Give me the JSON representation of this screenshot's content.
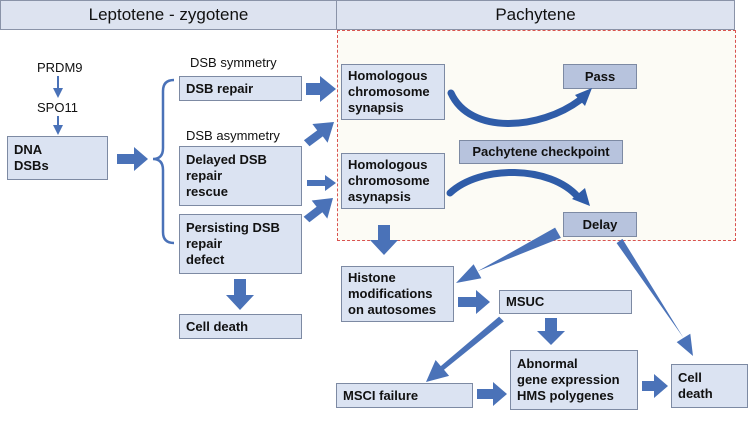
{
  "headers": {
    "left": "Leptotene - zygotene",
    "right": "Pachytene"
  },
  "labels": {
    "prdm9": "PRDM9",
    "spo11": "SPO11",
    "dsb_symmetry": "DSB symmetry",
    "dsb_asymmetry": "DSB asymmetry"
  },
  "boxes": {
    "dna_dsbs": "DNA\nDSBs",
    "dsb_repair": "DSB repair",
    "delayed_dsb": "Delayed DSB\nrepair\nrescue",
    "persisting_dsb": "Persisting DSB\nrepair\ndefect",
    "cell_death_left": "Cell death",
    "synapsis": "Homologous\nchromosome\nsynapsis",
    "asynapsis": "Homologous\nchromosome\nasynapsis",
    "pass": "Pass",
    "pachytene_checkpoint": "Pachytene checkpoint",
    "delay": "Delay",
    "histone": "Histone\nmodifications\non autosomes",
    "msuc": "MSUC",
    "msci_failure": "MSCI  failure",
    "abnormal_expression": "Abnormal\ngene expression\nHMS polygenes",
    "cell_death_right": "Cell\ndeath"
  },
  "colors": {
    "box_fill": "#dbe3f2",
    "box_dark_fill": "#b7c3dd",
    "arrow": "#4a72b8",
    "dashed_border": "#d9534f",
    "header_fill": "#dde3f0"
  }
}
